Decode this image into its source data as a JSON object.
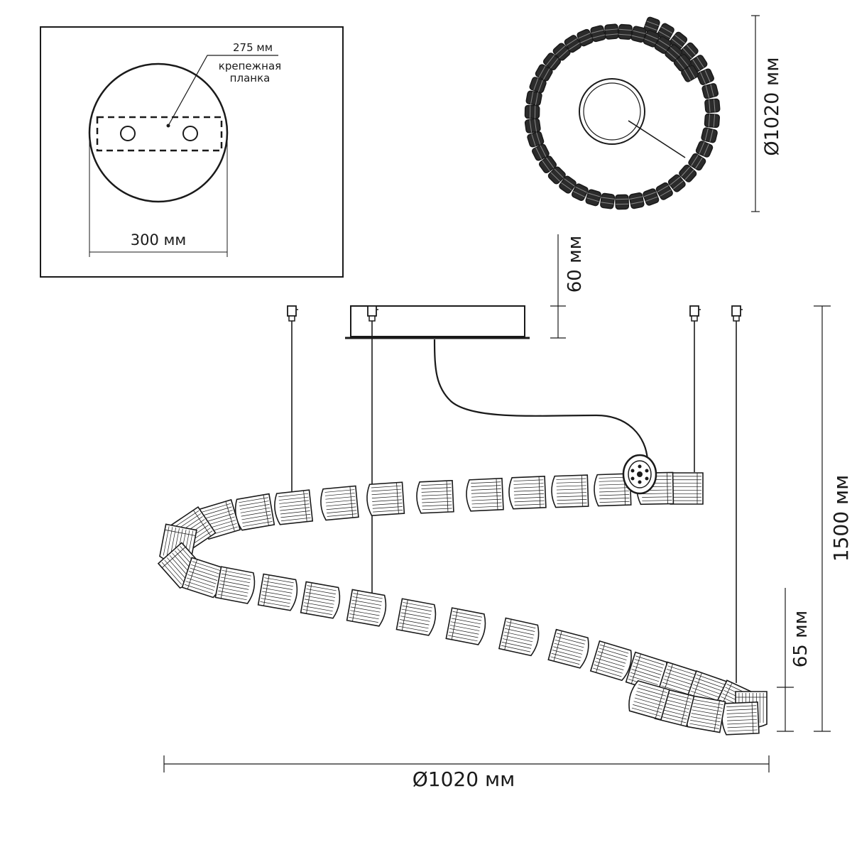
{
  "inset": {
    "bracket_length": "275 мм",
    "bracket_label_line1": "крепежная",
    "bracket_label_line2": "планка",
    "canopy_diameter": "300 мм"
  },
  "top_view": {
    "diameter": "Ø1020 мм"
  },
  "side_view": {
    "canopy_height": "60 мм",
    "total_height": "1500 мм",
    "ring_thickness": "65 мм",
    "diameter": "Ø1020 мм"
  },
  "colors": {
    "line": "#1a1a1a",
    "segment_fill": "#ffffff",
    "segment_dark": "#2b2b2b"
  }
}
